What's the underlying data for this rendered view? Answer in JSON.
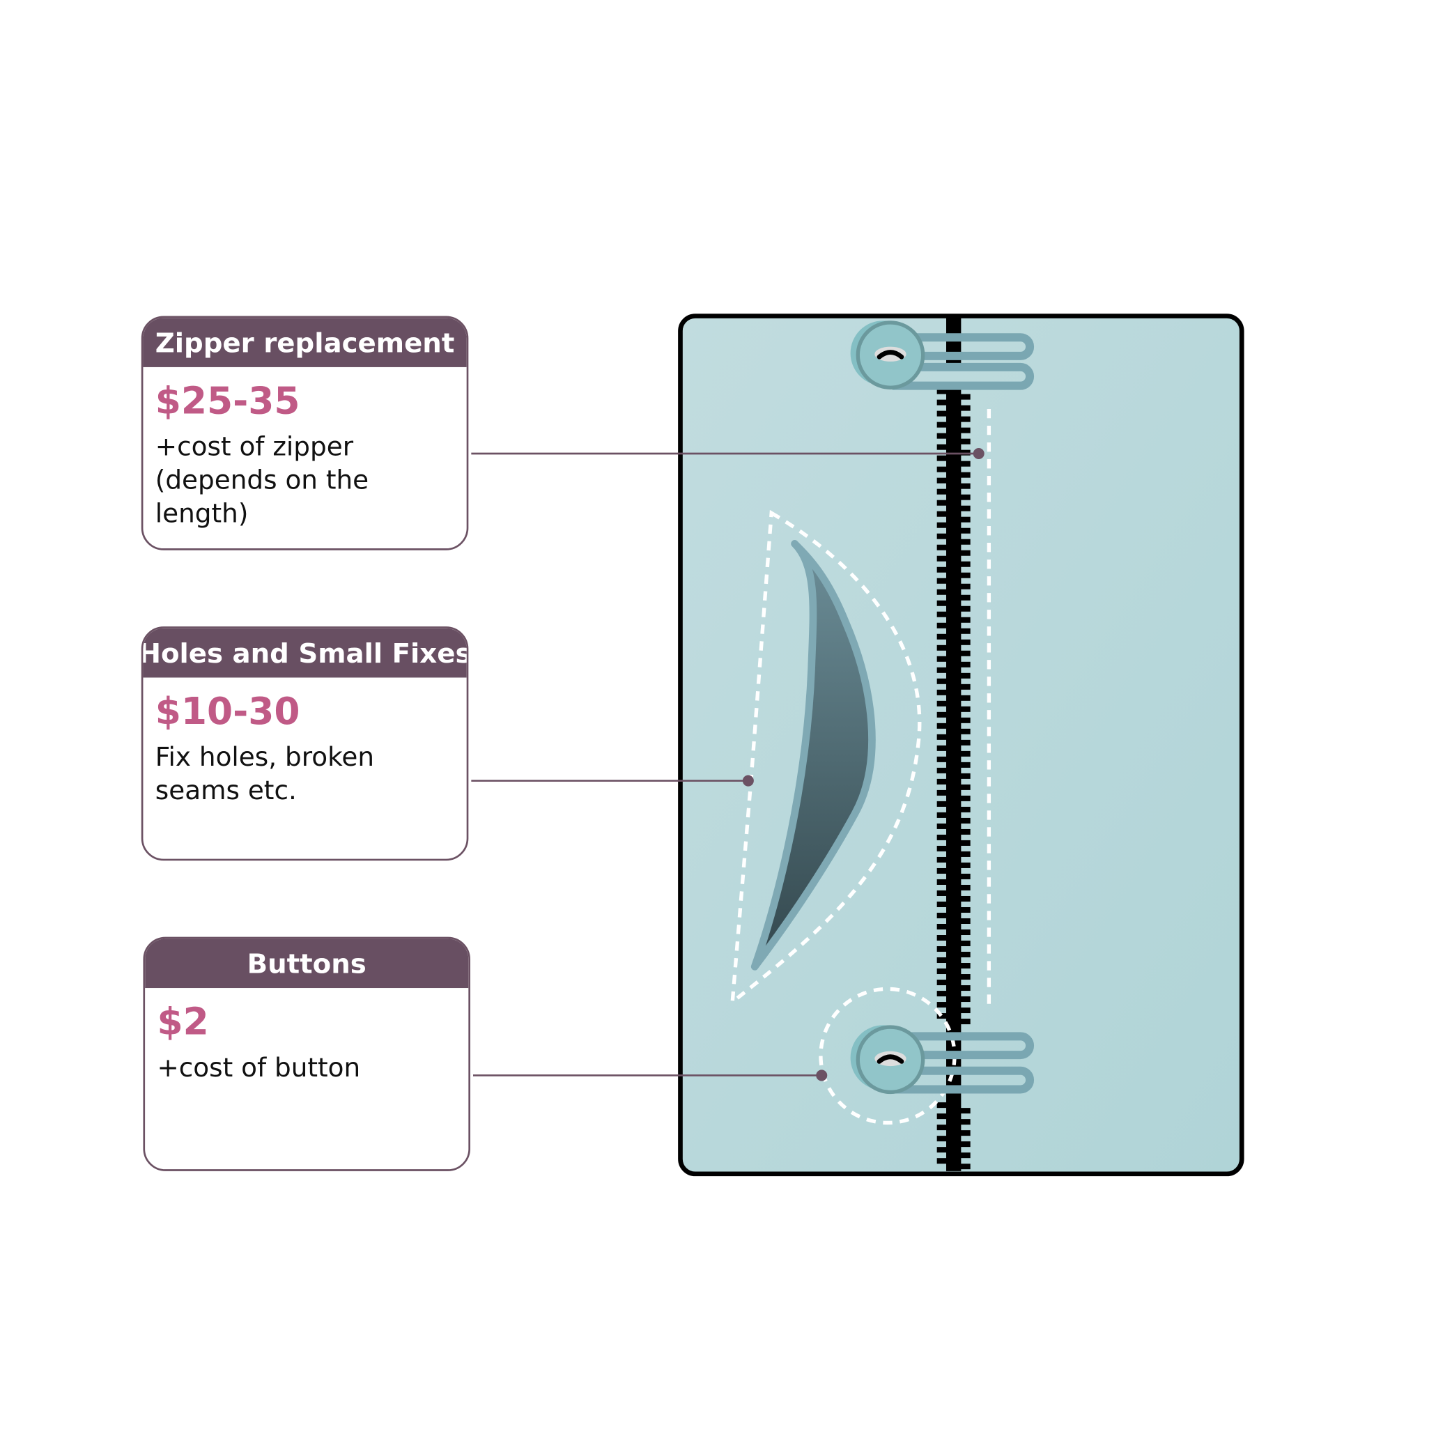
{
  "cards": [
    {
      "title": "Zipper replacement",
      "price": "$25-35",
      "description": "+cost of zipper (depends on the length)"
    },
    {
      "title": "Holes and Small Fixes",
      "price": "$10-30",
      "description": "Fix holes, broken seams etc."
    },
    {
      "title": "Buttons",
      "price": "$2",
      "description": "+cost of button"
    }
  ],
  "colors": {
    "header": "#684f62",
    "price": "#c05a86",
    "fabric": "#bcd9dc",
    "button": "#8cc3c7"
  }
}
